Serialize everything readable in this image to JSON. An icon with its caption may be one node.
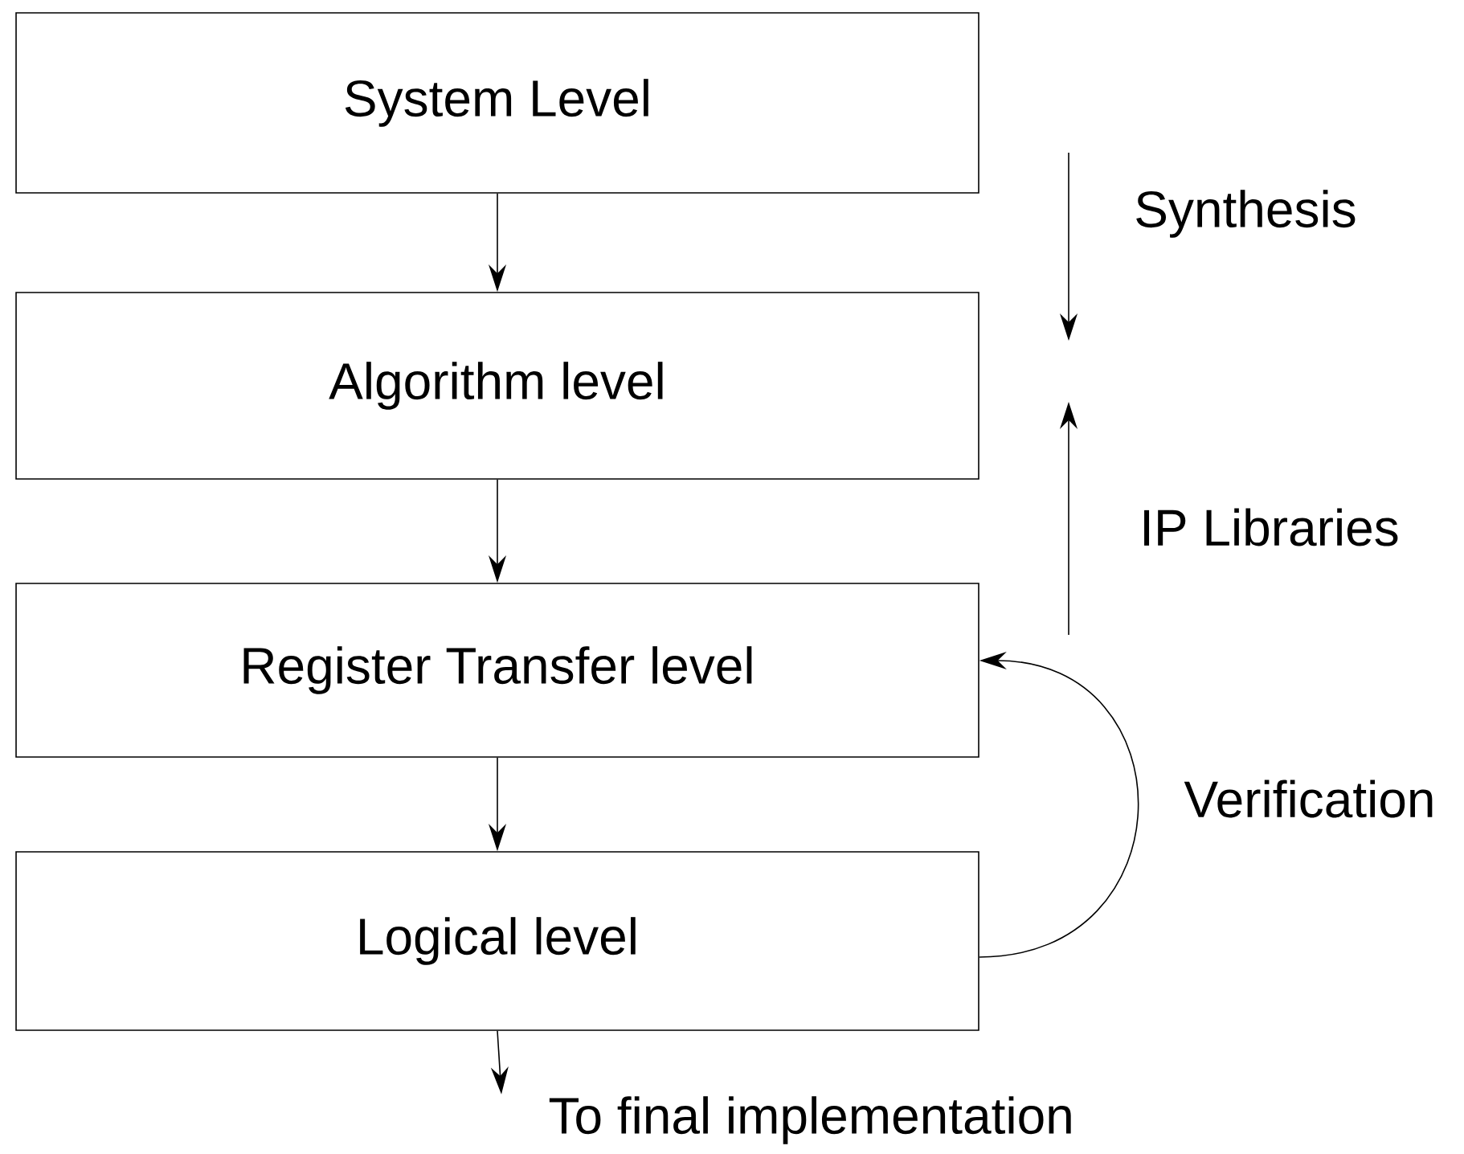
{
  "diagram": {
    "nodes": [
      {
        "text": [
          "System Level"
        ]
      },
      {
        "text": [
          "Algorithm level"
        ]
      },
      {
        "text": [
          "Register Transfer level"
        ]
      },
      {
        "text": [
          "Logical level"
        ]
      },
      {
        "text": [
          "To final implementation"
        ]
      }
    ],
    "edges": [
      {
        "from": 0,
        "to": 1,
        "arrow": "to"
      },
      {
        "from": 1,
        "to": 2,
        "arrow": "to"
      },
      {
        "from": 2,
        "to": 3,
        "arrow": "to"
      },
      {
        "from": 3,
        "to": 4,
        "arrow": "to"
      },
      {
        "from": 3,
        "to": 2,
        "arrow": "to",
        "label": "Verification"
      }
    ],
    "labels": [
      "Synthesis",
      "IP Libraries"
    ]
  }
}
